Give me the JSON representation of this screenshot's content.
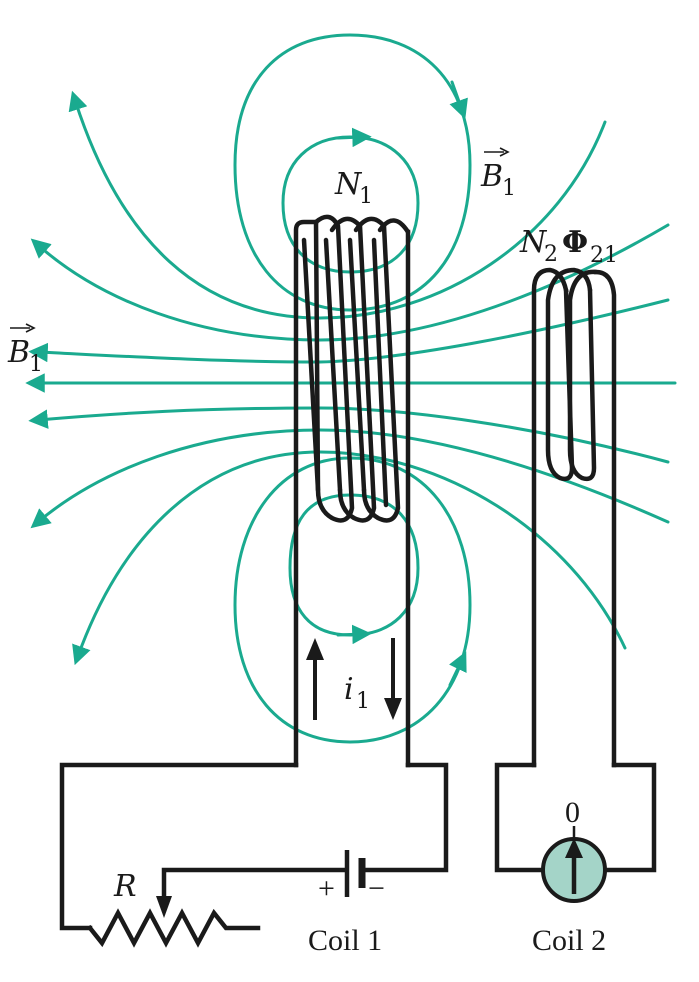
{
  "colors": {
    "field": "#1aaa8f",
    "wire": "#1a1a1a",
    "meter_fill": "#a4d4c8"
  },
  "labels": {
    "b1_right_symbol": "B",
    "b1_right_sub": "1",
    "b1_left_symbol": "B",
    "b1_left_sub": "1",
    "n1_symbol": "N",
    "n1_sub": "1",
    "n2_symbol": "N",
    "n2_sub": "2",
    "phi_symbol": "Φ",
    "phi_sub": "21",
    "i1_symbol": "i",
    "i1_sub": "1",
    "r_label": "R",
    "battery_plus": "+",
    "battery_minus": "−",
    "meter_zero": "0",
    "coil1_caption": "Coil 1",
    "coil2_caption": "Coil 2"
  }
}
